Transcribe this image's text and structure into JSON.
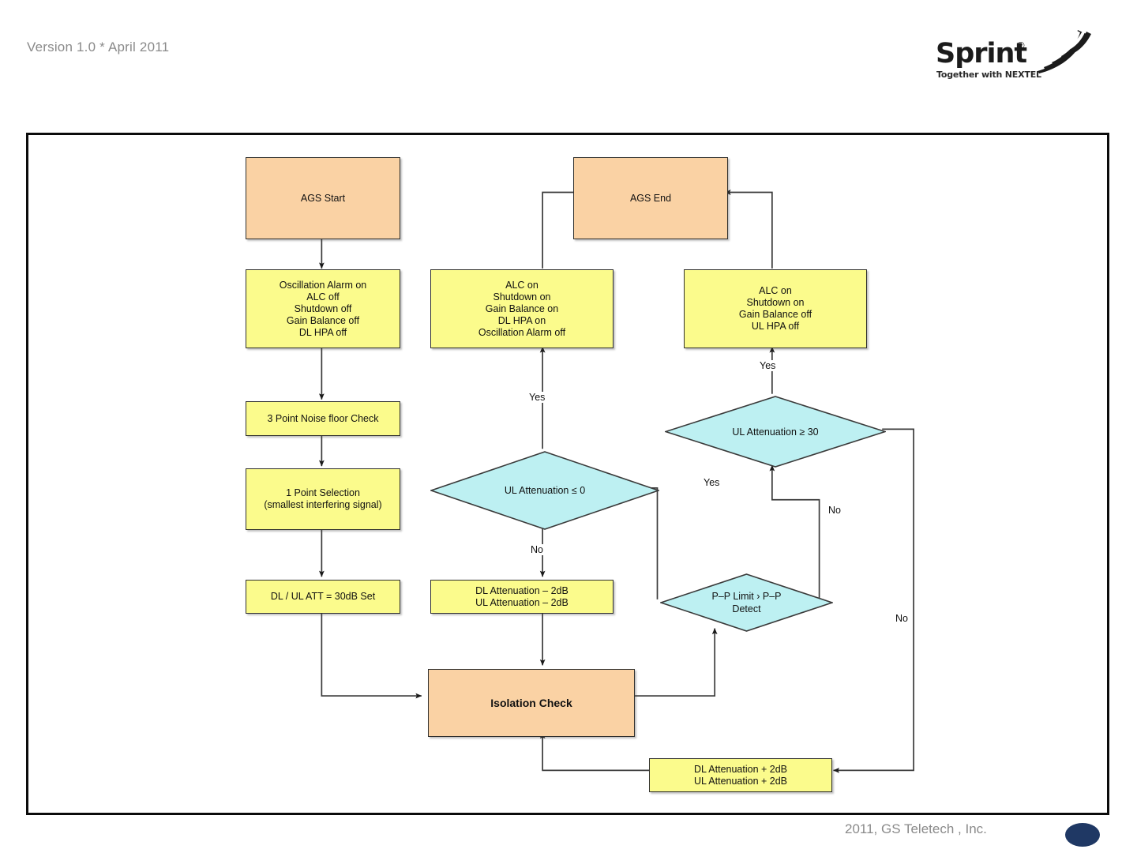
{
  "header": {
    "version_text": "Version 1.0 * April 2011",
    "logo": {
      "wordmark": "Sprint",
      "registered_mark": "®",
      "tagline": "Together with NEXTEL"
    }
  },
  "footer": {
    "copyright": "2011, GS Teletech , Inc."
  },
  "colors": {
    "orange": "#fad2a4",
    "yellow": "#fbfb8c",
    "cyan": "#bdf0f2",
    "stroke": "#30302e",
    "frame": "#0b0b0b",
    "footer_dot": "#1f3864",
    "muted_text": "#8a8a8a"
  },
  "chart_data": {
    "type": "diagram",
    "diagram_kind": "flowchart",
    "title": "AGS (Auto Gain Setting) Flow",
    "nodes": [
      {
        "id": "ags_start",
        "shape": "process",
        "fill": "orange",
        "label": "AGS Start"
      },
      {
        "id": "ags_end",
        "shape": "process",
        "fill": "orange",
        "label": "AGS End"
      },
      {
        "id": "init_settings",
        "shape": "process",
        "fill": "yellow",
        "label": "Oscillation Alarm on\nALC off\nShutdown off\nGain Balance off\nDL HPA off"
      },
      {
        "id": "noise_check",
        "shape": "process",
        "fill": "yellow",
        "label": "3 Point Noise floor Check"
      },
      {
        "id": "point_select",
        "shape": "process",
        "fill": "yellow",
        "label": "1 Point Selection\n(smallest interfering signal)"
      },
      {
        "id": "att_set",
        "shape": "process",
        "fill": "yellow",
        "label": "DL / UL ATT = 30dB Set"
      },
      {
        "id": "dl_end_state",
        "shape": "process",
        "fill": "yellow",
        "label": "ALC on\nShutdown on\nGain Balance on\nDL HPA on\nOscillation Alarm off"
      },
      {
        "id": "ul_end_state",
        "shape": "process",
        "fill": "yellow",
        "label": "ALC on\nShutdown on\nGain Balance off\nUL HPA off"
      },
      {
        "id": "ul_att_le_0",
        "shape": "decision",
        "fill": "cyan",
        "label": "UL Attenuation ≤ 0"
      },
      {
        "id": "ul_att_ge_30",
        "shape": "decision",
        "fill": "cyan",
        "label": "UL Attenuation ≥ 30"
      },
      {
        "id": "pp_limit",
        "shape": "decision",
        "fill": "cyan",
        "label": "P–P Limit › P–P\nDetect"
      },
      {
        "id": "att_minus_2db",
        "shape": "process",
        "fill": "yellow",
        "label": "DL Attenuation – 2dB\nUL Attenuation – 2dB"
      },
      {
        "id": "att_plus_2db",
        "shape": "process",
        "fill": "yellow",
        "label": "DL Attenuation + 2dB\nUL Attenuation + 2dB"
      },
      {
        "id": "isolation_check",
        "shape": "process",
        "fill": "orange",
        "label": "Isolation Check",
        "bold": true
      }
    ],
    "edges": [
      {
        "from": "ags_start",
        "to": "init_settings",
        "label": ""
      },
      {
        "from": "init_settings",
        "to": "noise_check",
        "label": ""
      },
      {
        "from": "noise_check",
        "to": "point_select",
        "label": ""
      },
      {
        "from": "point_select",
        "to": "att_set",
        "label": ""
      },
      {
        "from": "att_set",
        "to": "isolation_check",
        "label": ""
      },
      {
        "from": "isolation_check",
        "to": "pp_limit",
        "label": ""
      },
      {
        "from": "pp_limit",
        "to": "ul_att_le_0",
        "label": "Yes"
      },
      {
        "from": "pp_limit",
        "to": "ul_att_ge_30",
        "label": "No"
      },
      {
        "from": "ul_att_le_0",
        "to": "dl_end_state",
        "label": "Yes"
      },
      {
        "from": "ul_att_le_0",
        "to": "att_minus_2db",
        "label": "No"
      },
      {
        "from": "att_minus_2db",
        "to": "isolation_check",
        "label": ""
      },
      {
        "from": "ul_att_ge_30",
        "to": "ul_end_state",
        "label": "Yes"
      },
      {
        "from": "ul_att_ge_30",
        "to": "att_plus_2db",
        "label": "No"
      },
      {
        "from": "att_plus_2db",
        "to": "isolation_check",
        "label": ""
      },
      {
        "from": "dl_end_state",
        "to": "ags_end",
        "label": ""
      },
      {
        "from": "ul_end_state",
        "to": "ags_end",
        "label": ""
      }
    ],
    "edge_labels": [
      "Yes",
      "No",
      "Yes",
      "No",
      "Yes",
      "No"
    ]
  },
  "nodes": {
    "ags_start": {
      "label": "AGS Start"
    },
    "ags_end": {
      "label": "AGS End"
    },
    "init_settings": {
      "line1": "Oscillation Alarm on",
      "line2": "ALC off",
      "line3": "Shutdown off",
      "line4": "Gain Balance off",
      "line5": "DL HPA off"
    },
    "noise_check": {
      "label": "3 Point Noise floor Check"
    },
    "point_select": {
      "line1": "1 Point Selection",
      "line2": "(smallest interfering signal)"
    },
    "att_set": {
      "label": "DL / UL ATT = 30dB Set"
    },
    "dl_end_state": {
      "line1": "ALC on",
      "line2": "Shutdown on",
      "line3": "Gain Balance on",
      "line4": "DL HPA on",
      "line5": "Oscillation Alarm off"
    },
    "ul_end_state": {
      "line1": "ALC on",
      "line2": "Shutdown on",
      "line3": "Gain Balance off",
      "line4": "UL HPA off"
    },
    "ul_att_le_0": {
      "label": "UL Attenuation ≤ 0"
    },
    "ul_att_ge_30": {
      "label": "UL Attenuation ≥ 30"
    },
    "pp_limit": {
      "line1": "P–P Limit › P–P",
      "line2": "Detect"
    },
    "att_minus_2db": {
      "line1": "DL Attenuation – 2dB",
      "line2": "UL Attenuation – 2dB"
    },
    "att_plus_2db": {
      "line1": "DL Attenuation + 2dB",
      "line2": "UL Attenuation + 2dB"
    },
    "isolation_check": {
      "label": "Isolation Check"
    }
  },
  "edge_labels": {
    "dl_yes": "Yes",
    "dl_no": "No",
    "ul_yes": "Yes",
    "ul_no": "No",
    "pp_yes": "Yes",
    "pp_no": "No"
  }
}
